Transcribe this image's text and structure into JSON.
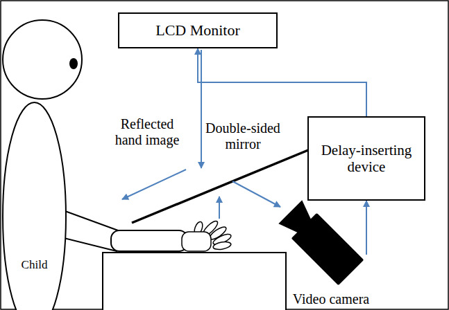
{
  "diagram": {
    "nodes": [
      {
        "text": [
          "LCD Monitor"
        ]
      },
      {
        "text": [
          "Delay-inserting device"
        ]
      },
      {
        "text": [
          "Child"
        ]
      },
      {
        "text": [
          "Video camera"
        ]
      }
    ],
    "edges": [
      {
        "from": 3,
        "to": 1,
        "arrow": "to"
      },
      {
        "from": 1,
        "to": 0,
        "arrow": "to"
      }
    ],
    "labels": [
      "Reflected hand image",
      "Double-sided mirror"
    ]
  }
}
